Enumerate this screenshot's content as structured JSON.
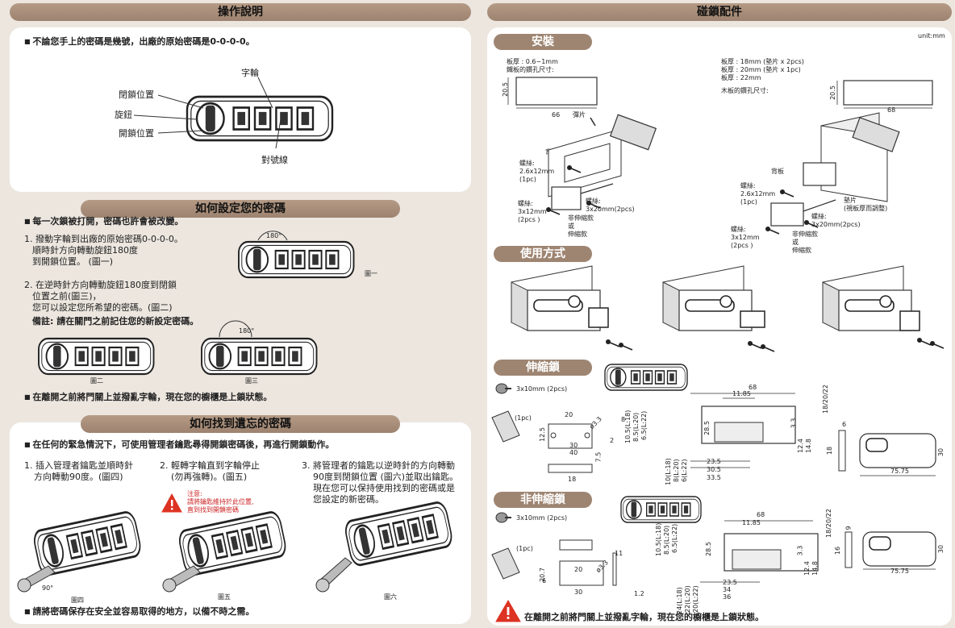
{
  "left": {
    "title": "操作說明",
    "intro": "不論您手上的密碼是幾號，出廠的原始密碼是0-0-0-0。",
    "labels": {
      "dial": "字輪",
      "lock_pos": "閉鎖位置",
      "knob": "旋鈕",
      "open_pos": "開鎖位置",
      "align": "對號線"
    },
    "set": {
      "title": "如何設定您的密碼",
      "note1": "每一次鎖被打開，密碼也許會被改變。",
      "s1_l1": "1. 撥動字輪到出廠的原始密碼0-0-0-0。",
      "s1_l2": "順時針方向轉動旋鈕180度",
      "s1_l3": "到開鎖位置。 (圖一)",
      "s2_l1": "2. 在逆時針方向轉動旋鈕180度到閉鎖",
      "s2_l2": "位置之前(圖三)，",
      "s2_l3": "您可以設定您所希望的密碼。(圖二)",
      "remark": "備註: 請在關門之前記住您的新設定密碼。",
      "deg": "180°",
      "fig1": "圖一",
      "fig2": "圖二",
      "fig3": "圖三",
      "note2": "在離開之前將門關上並撥亂字輪，現在您的櫥櫃是上鎖狀態。"
    },
    "lost": {
      "title": "如何找到遺忘的密碼",
      "intro": "在任何的緊急情況下，可使用管理者鑰匙尋得開鎖密碼後，再進行開鎖動作。",
      "s1_l1": "1. 插入管理者鑰匙並順時針",
      "s1_l2": "方向轉動90度。(圖四)",
      "s2_l1": "2. 輕轉字輪直到字輪停止",
      "s2_l2": "(勿再強轉)。(圖五)",
      "s3_l1": "3. 將管理者的鑰匙以逆時針的方向轉動",
      "s3_l2": "90度到閉鎖位置 (圖六)並取出鑰匙。",
      "s3_l3": "現在您可以保持使用找到的密碼或是",
      "s3_l4": "您設定的新密碼。",
      "warn_l1": "注意:",
      "warn_l2": "請將鑰匙維持於此位置,",
      "warn_l3": "直到找到開鎖密碼",
      "deg90": "90°",
      "fig4": "圖四",
      "fig5": "圖五",
      "fig6": "圖六",
      "keep": "請將密碼保存在安全並容易取得的地方，以備不時之需。"
    }
  },
  "right": {
    "title": "碰鎖配件",
    "unit": "unit:mm",
    "install": {
      "title": "安裝",
      "l_thick": "板厚 : 0.6~1mm",
      "l_hole": "鐵板的鑽孔尺寸:",
      "l_h": "20.5",
      "l_w": "66",
      "l_spring": "彈片",
      "l_back": "背板",
      "l_screw1_a": "螺絲:",
      "l_screw1_b": "2.6x12mm",
      "l_screw1_c": "(1pc)",
      "l_screw2_a": "螺絲:",
      "l_screw2_b": "3x12mm",
      "l_screw2_c": "(2pcs )",
      "l_screw3_a": "螺絲:",
      "l_screw3_b": "3x20mm(2pcs)",
      "l_type_a": "非伸縮款",
      "l_type_b": "或",
      "l_type_c": "伸縮款",
      "r_thick1": "板厚 : 18mm (墊片 x 2pcs)",
      "r_thick2": "板厚 : 20mm (墊片 x 1pc)",
      "r_thick3": "板厚 : 22mm",
      "r_hole": "木板的鑽孔尺寸:",
      "r_h": "20.5",
      "r_w": "68",
      "r_back": "背板",
      "r_shim_a": "墊片",
      "r_shim_b": "(視板厚而調整)"
    },
    "usage": {
      "title": "使用方式"
    },
    "ext": {
      "title": "伸縮鎖",
      "screw": "3x10mm (2pcs)",
      "pc": "(1pc)",
      "d20": "20",
      "d12_5": "12.5",
      "d30": "30",
      "d40": "40",
      "d18": "18",
      "d7_5": "7.5",
      "d2": "2",
      "d8": "8",
      "d3_3": "ø3.3",
      "v1": "10.5(L:18)",
      "v2": "8.5(L:20)",
      "v3": "6.5(L:22)",
      "v4": "10(L:18)",
      "v5": "8(L:20)",
      "v6": "6(L:22)",
      "d68": "68",
      "d11_85": "11.85",
      "d28_5": "28.5",
      "d3_3b": "3.3",
      "d12_4": "12.4",
      "d14_8": "14.8",
      "d23_5": "23.5",
      "d30_5": "30.5",
      "d33_5": "33.5",
      "dL": "18/20/22",
      "d18b": "18",
      "d6": "6",
      "d30b": "30",
      "d75": "75.75"
    },
    "nonext": {
      "title": "非伸縮鎖",
      "screw": "3x10mm (2pcs)",
      "pc": "(1pc)",
      "d20": "20",
      "d20_7": "20.7",
      "d6": "6",
      "d30": "30",
      "d11": "11",
      "d1_2": "1.2",
      "d3_3": "ø3.3",
      "v1": "10.5(L:18)",
      "v2": "8.5(L:20)",
      "v3": "6.5(L:22)",
      "v4": "24(L:18)",
      "v5": "22(L:20)",
      "v6": "20(L:22)",
      "d68": "68",
      "d11_85": "11.85",
      "d28_5": "28.5",
      "d3_3b": "3.3",
      "d12_4": "12.4",
      "d14_8": "14.8",
      "d23_5": "23.5",
      "d34": "34",
      "d36": "36",
      "dL": "18/20/22",
      "d9": "9",
      "d16": "16",
      "d30b": "30",
      "d75": "75.75"
    },
    "warning": "在離開之前將門關上並撥亂字輪，現在您的櫥櫃是上鎖狀態。"
  }
}
